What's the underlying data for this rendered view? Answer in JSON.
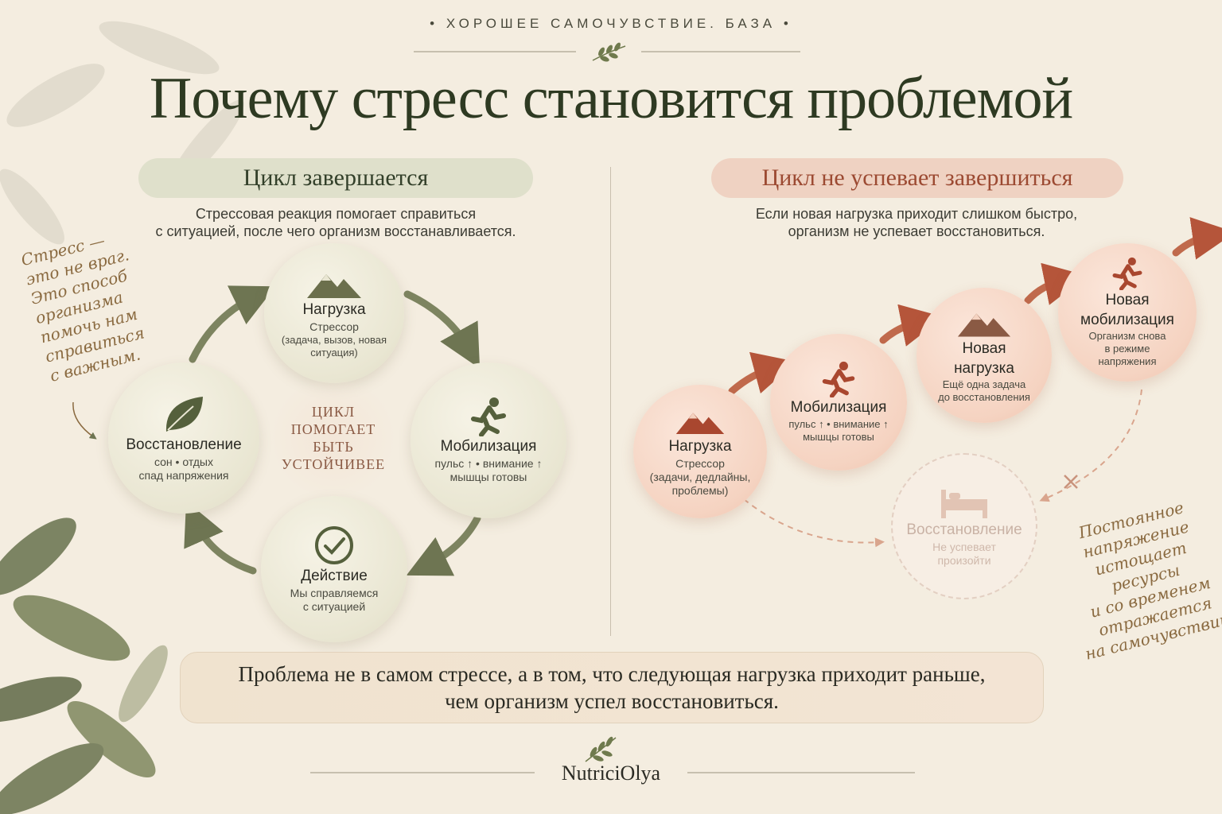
{
  "header": {
    "eyebrow": "•  ХОРОШЕЕ  САМОЧУВСТВИЕ. БАЗА  •",
    "title": "Почему стресс становится проблемой"
  },
  "left": {
    "pill": "Цикл завершается",
    "subtitle_line1": "Стрессовая реакция помогает справиться",
    "subtitle_line2": "с ситуацией, после чего организм восстанавливается.",
    "center_text": [
      "ЦИКЛ",
      "ПОМОГАЕТ",
      "БЫТЬ",
      "УСТОЙЧИВЕЕ"
    ],
    "nodes": {
      "load": {
        "title": "Нагрузка",
        "l1": "Стрессор",
        "l2": "(задача, вызов, новая",
        "l3": "ситуация)"
      },
      "mobil": {
        "title": "Мобилизация",
        "l1": "пульс ↑  •  внимание ↑",
        "l2": "мышцы готовы"
      },
      "action": {
        "title": "Действие",
        "l1": "Мы справляемся",
        "l2": "с ситуацией"
      },
      "recovery": {
        "title": "Восстановление",
        "l1": "сон  •  отдых",
        "l2": "спад напряжения"
      }
    },
    "note": [
      "Стресс —",
      "это не враг.",
      "Это способ",
      "организма",
      "помочь нам",
      "справиться",
      "с важным."
    ]
  },
  "right": {
    "pill": "Цикл не успевает завершиться",
    "subtitle_line1": "Если новая нагрузка приходит слишком быстро,",
    "subtitle_line2": "организм не успевает восстановиться.",
    "nodes": {
      "load": {
        "title": "Нагрузка",
        "l1": "Стрессор",
        "l2": "(задачи, дедлайны,",
        "l3": "проблемы)"
      },
      "mobil": {
        "title": "Мобилизация",
        "l1": "пульс ↑  •  внимание ↑",
        "l2": "мышцы готовы"
      },
      "newload": {
        "t1": "Новая",
        "t2": "нагрузка",
        "l1": "Ещё одна задача",
        "l2": "до восстановления"
      },
      "newmobil": {
        "t1": "Новая",
        "t2": "мобилизация",
        "l1": "Организм снова",
        "l2": "в режиме",
        "l3": "напряжения"
      },
      "recovery": {
        "title": "Восстановление",
        "l1": "Не успевает",
        "l2": "произойти"
      }
    },
    "note": [
      "Постоянное",
      "напряжение",
      "истощает ресурсы",
      "и со временем",
      "отражается",
      "на самочувствии."
    ]
  },
  "bottom": {
    "line1": "Проблема не в самом стрессе, а в том, что следующая нагрузка приходит раньше,",
    "line2": "чем организм успел восстановиться."
  },
  "brand": "NutriciOlya",
  "colors": {
    "green": "#6e7552",
    "terracotta": "#b5553a",
    "background": "#f4ede0"
  }
}
